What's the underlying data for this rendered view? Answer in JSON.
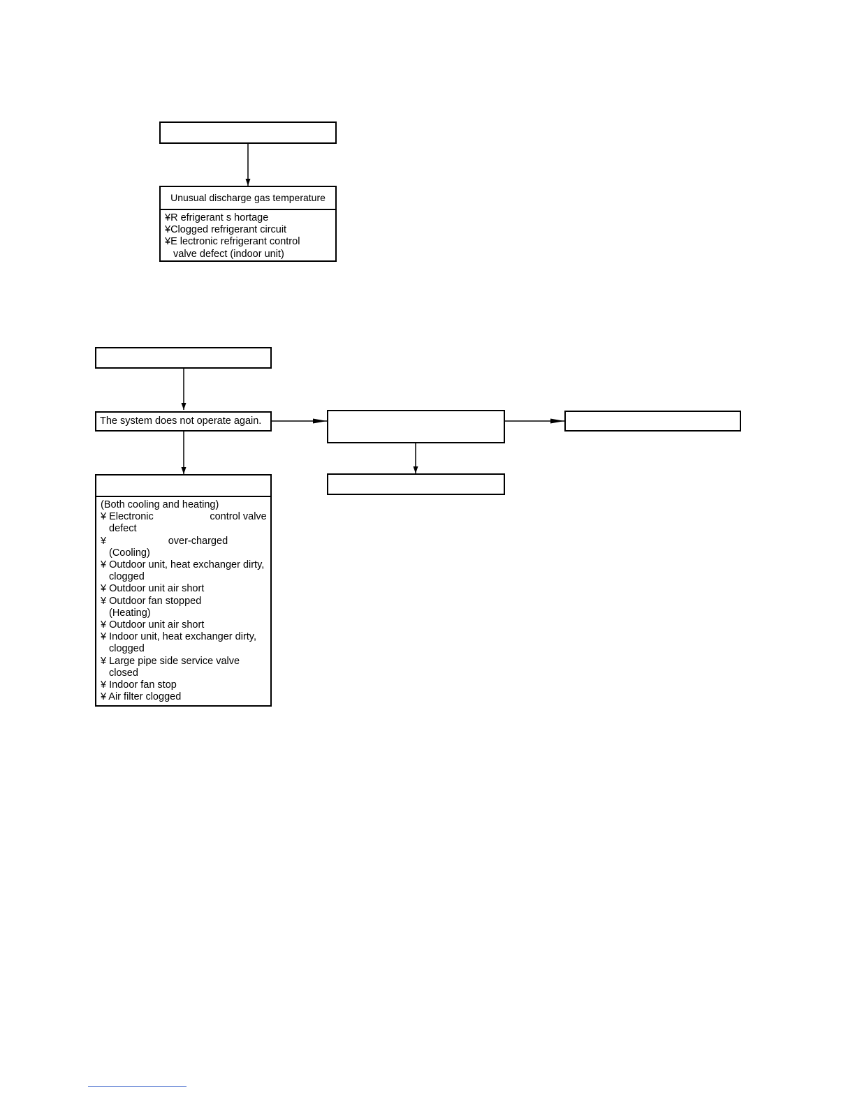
{
  "diagram1": {
    "cause_header": "Unusual discharge gas temperature",
    "causes": [
      "¥R efrigerant s hortage",
      "¥Clogged refrigerant circuit",
      "¥E lectronic refrigerant control",
      "valve defect (indoor unit)"
    ]
  },
  "diagram2": {
    "step_text": "The system does not operate again.",
    "causes": [
      "(Both cooling and heating)",
      "¥ Electronic                    control valve",
      "defect",
      "¥                      over-charged",
      "(Cooling)",
      "¥ Outdoor unit, heat exchanger dirty,",
      "clogged",
      "¥ Outdoor unit air short",
      "¥ Outdoor fan stopped",
      "(Heating)",
      "¥ Outdoor unit air short",
      "¥ Indoor unit, heat exchanger dirty,",
      "clogged",
      "¥ Large pipe side service valve",
      "closed",
      "¥ Indoor fan stop",
      "¥ Air filter clogged"
    ]
  },
  "colors": {
    "line": "#000000",
    "link": "#2a56c6"
  }
}
